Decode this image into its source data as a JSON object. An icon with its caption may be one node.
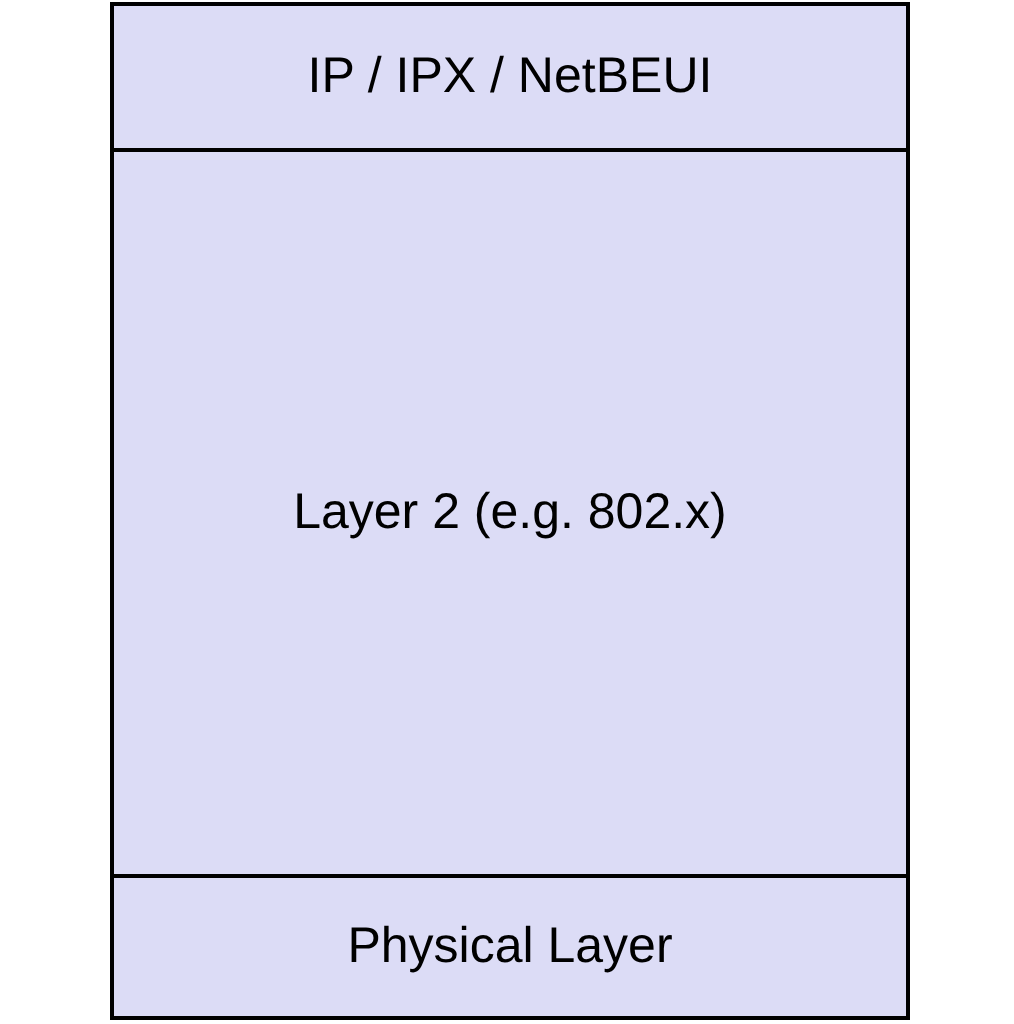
{
  "diagram": {
    "nodes": [
      {
        "text": [
          "IP / IPX / NetBEUI"
        ]
      },
      {
        "text": [
          "Layer 2 (e.g. 802.x)"
        ]
      },
      {
        "text": [
          "Physical Layer"
        ]
      }
    ]
  }
}
